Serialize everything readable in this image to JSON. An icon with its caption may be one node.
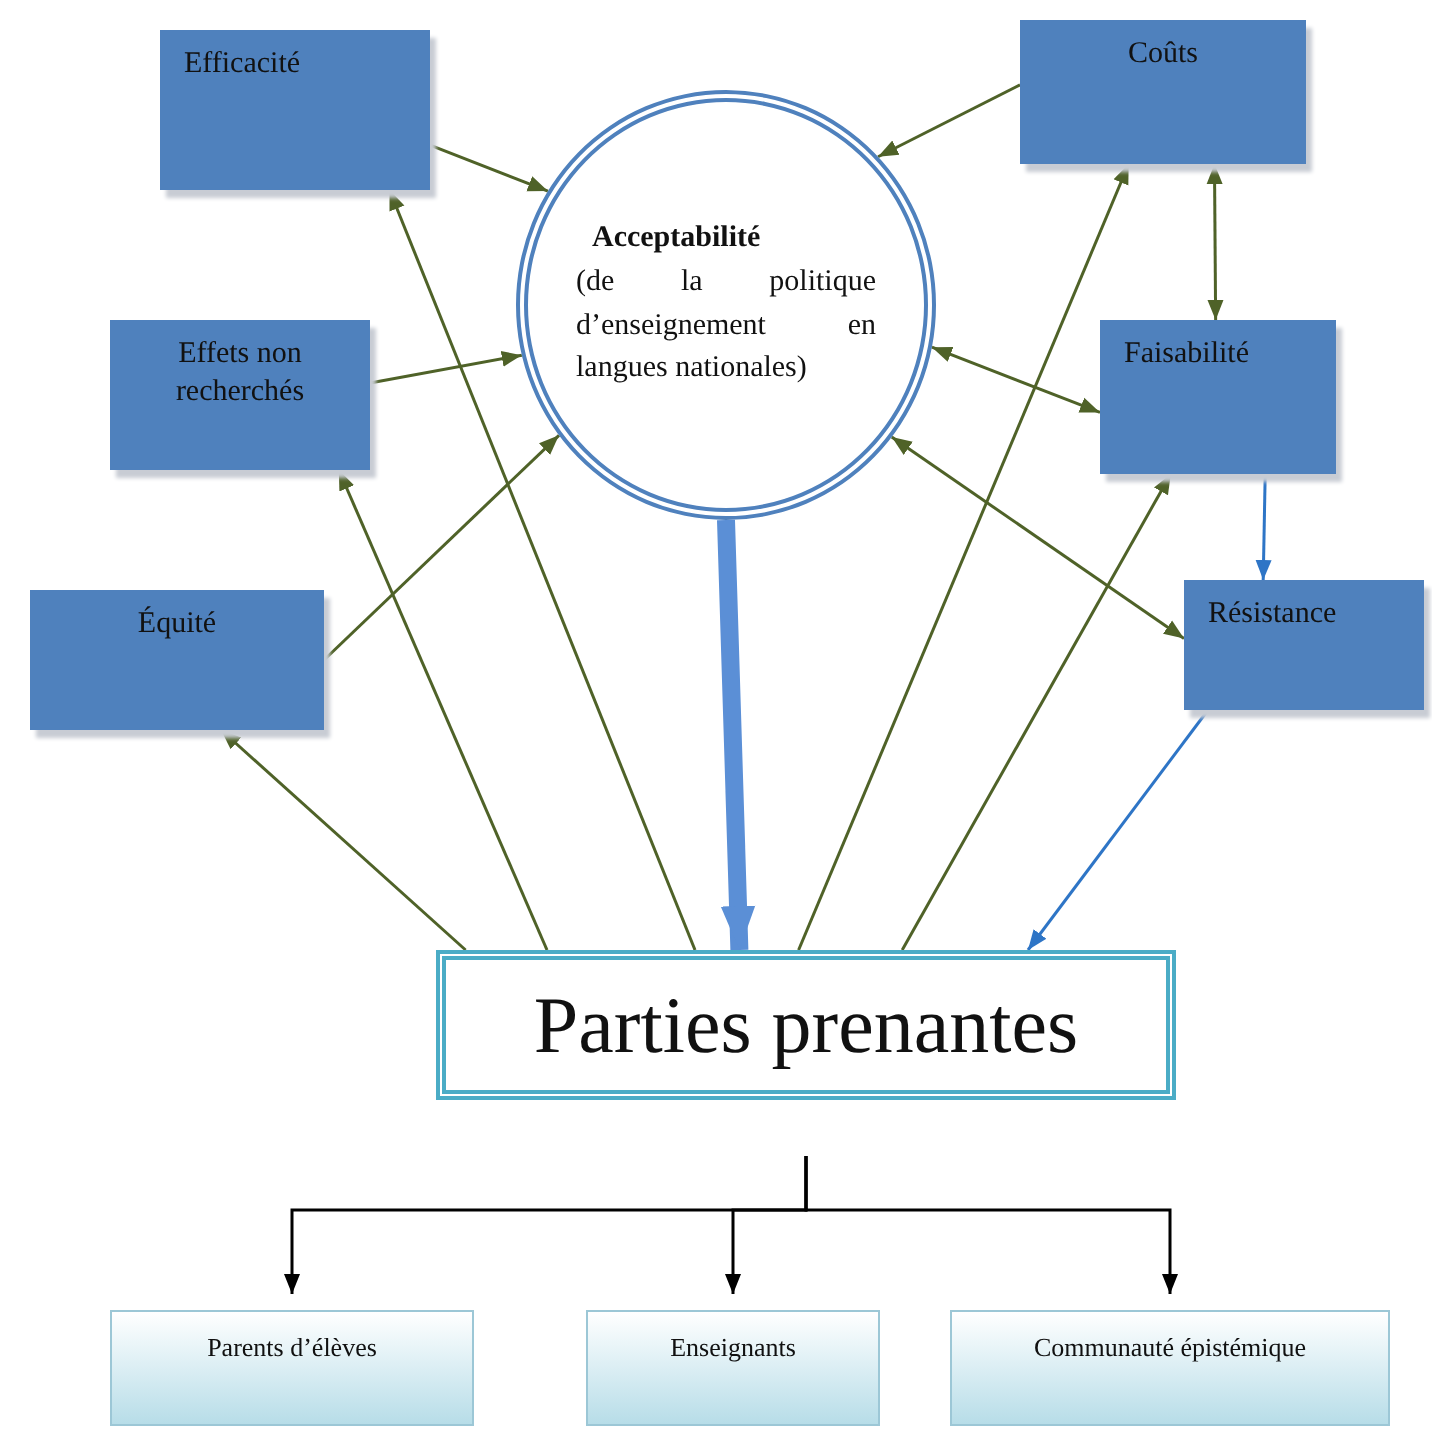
{
  "diagram": {
    "nodes": [
      {
        "text": [
          "Efficacité"
        ]
      },
      {
        "text": [
          "Coûts"
        ]
      },
      {
        "text": [
          "Acceptabilité",
          "(de la politique d’enseignement en langues nationales)"
        ]
      },
      {
        "text": [
          "Effets non recherchés"
        ]
      },
      {
        "text": [
          "Faisabilité"
        ]
      },
      {
        "text": [
          "Équité"
        ]
      },
      {
        "text": [
          "Résistance"
        ]
      },
      {
        "text": [
          "Parties prenantes"
        ]
      },
      {
        "text": [
          "Parents d’élèves"
        ]
      },
      {
        "text": [
          "Enseignants"
        ]
      },
      {
        "text": [
          "Communauté épistémique"
        ]
      }
    ],
    "edges": [
      {
        "from": 0,
        "to": 2,
        "arrow": "to"
      },
      {
        "from": 1,
        "to": 2,
        "arrow": "to"
      },
      {
        "from": 3,
        "to": 2,
        "arrow": "to"
      },
      {
        "from": 5,
        "to": 2,
        "arrow": "to"
      },
      {
        "from": 1,
        "to": 4,
        "arrow": "both"
      },
      {
        "from": 2,
        "to": 4,
        "arrow": "both"
      },
      {
        "from": 2,
        "to": 6,
        "arrow": "both"
      },
      {
        "from": 4,
        "to": 6,
        "arrow": "to",
        "color": "#2e75c6"
      },
      {
        "from": 6,
        "to": 7,
        "arrow": "to",
        "color": "#2e75c6"
      },
      {
        "from": 7,
        "to": 5,
        "arrow": "to"
      },
      {
        "from": 7,
        "to": 3,
        "arrow": "to"
      },
      {
        "from": 7,
        "to": 0,
        "arrow": "to"
      },
      {
        "from": 7,
        "to": 1,
        "arrow": "to"
      },
      {
        "from": 7,
        "to": 4,
        "arrow": "to"
      },
      {
        "from": 2,
        "to": 7,
        "arrow": "to",
        "style": "thick",
        "color": "#5b8fd6"
      },
      {
        "from": 7,
        "to": 8,
        "arrow": "to",
        "color": "#000000"
      },
      {
        "from": 7,
        "to": 9,
        "arrow": "to",
        "color": "#000000"
      },
      {
        "from": 7,
        "to": 10,
        "arrow": "to",
        "color": "#000000"
      }
    ]
  }
}
